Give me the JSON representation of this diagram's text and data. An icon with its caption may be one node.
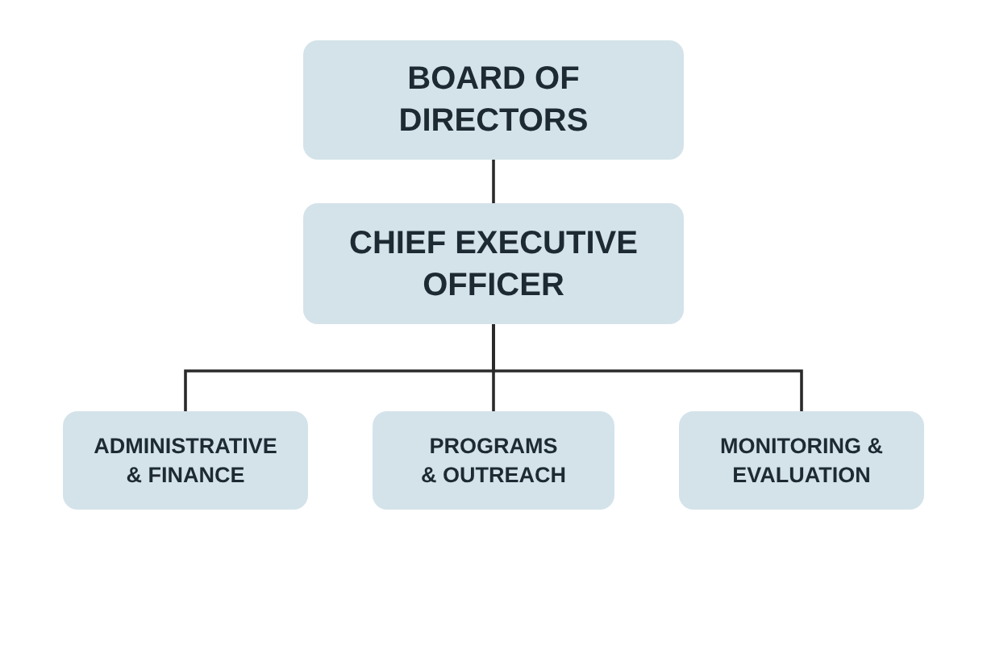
{
  "diagram": {
    "nodes": [
      {
        "text": [
          "BOARD OF DIRECTORS"
        ]
      },
      {
        "text": [
          "CHIEF EXECUTIVE OFFICER"
        ]
      },
      {
        "text": [
          "ADMINISTRATIVE & FINANCE"
        ]
      },
      {
        "text": [
          "PROGRAMS & OUTREACH"
        ]
      },
      {
        "text": [
          "MONITORING & EVALUATION"
        ]
      }
    ],
    "edges": [
      {
        "from": 0,
        "to": 1,
        "arrow": "none"
      },
      {
        "from": 1,
        "to": 2,
        "arrow": "none"
      },
      {
        "from": 1,
        "to": 3,
        "arrow": "none"
      },
      {
        "from": 1,
        "to": 4,
        "arrow": "none"
      }
    ]
  }
}
